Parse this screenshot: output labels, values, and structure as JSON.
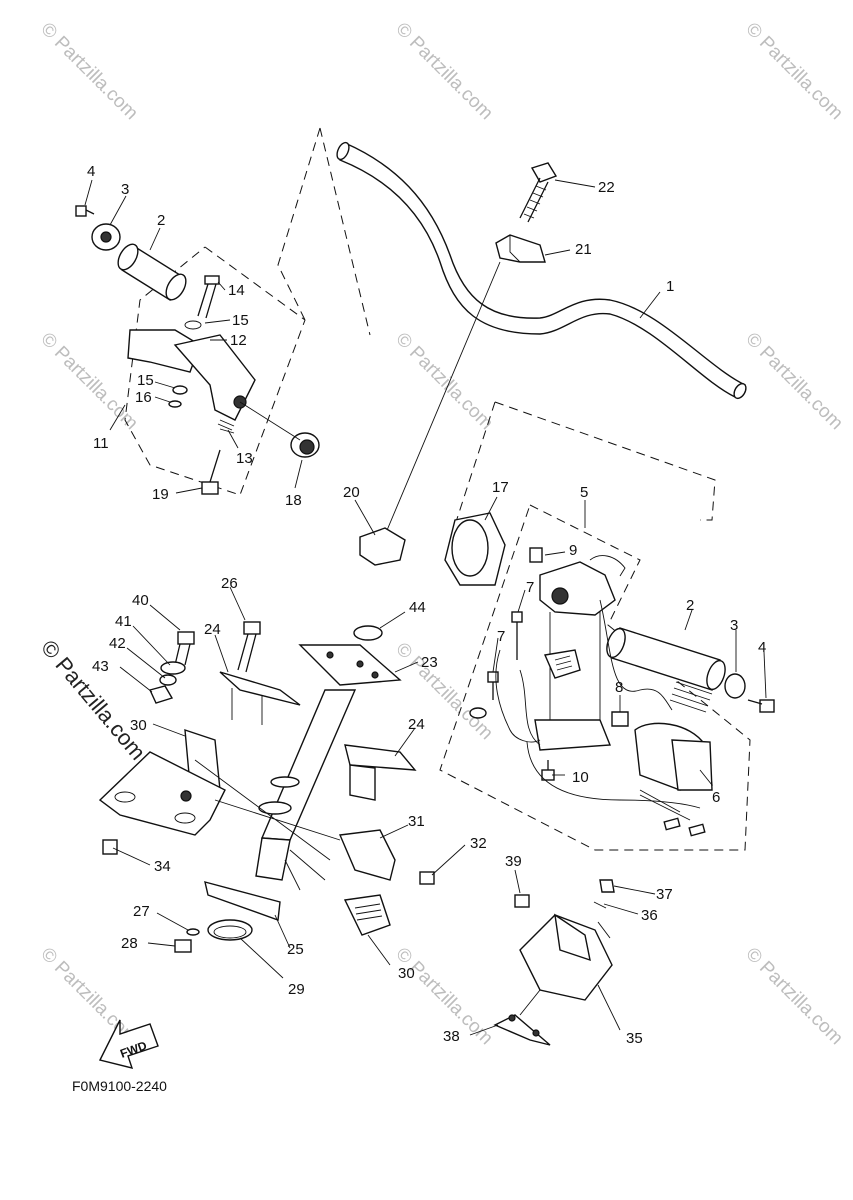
{
  "watermark": {
    "text": "© Partzilla.com",
    "feature_text": "© Partzilla.com"
  },
  "figure_code": "F0M9100-2240",
  "fwd_label": "FWD",
  "callouts": {
    "c1": "1",
    "c2a": "2",
    "c2b": "2",
    "c3a": "3",
    "c3b": "3",
    "c4a": "4",
    "c4b": "4",
    "c5": "5",
    "c6": "6",
    "c7a": "7",
    "c7b": "7",
    "c8": "8",
    "c9": "9",
    "c10": "10",
    "c11": "11",
    "c12": "12",
    "c13": "13",
    "c14": "14",
    "c15a": "15",
    "c15b": "15",
    "c16": "16",
    "c17": "17",
    "c18": "18",
    "c19": "19",
    "c20": "20",
    "c21": "21",
    "c22": "22",
    "c23": "23",
    "c24a": "24",
    "c24b": "24",
    "c25": "25",
    "c26": "26",
    "c27": "27",
    "c28": "28",
    "c29": "29",
    "c30a": "30",
    "c30b": "30",
    "c31": "31",
    "c32": "32",
    "c34": "34",
    "c35": "35",
    "c36": "36",
    "c37": "37",
    "c38": "38",
    "c39": "39",
    "c40": "40",
    "c41": "41",
    "c42": "42",
    "c43": "43",
    "c44": "44"
  }
}
